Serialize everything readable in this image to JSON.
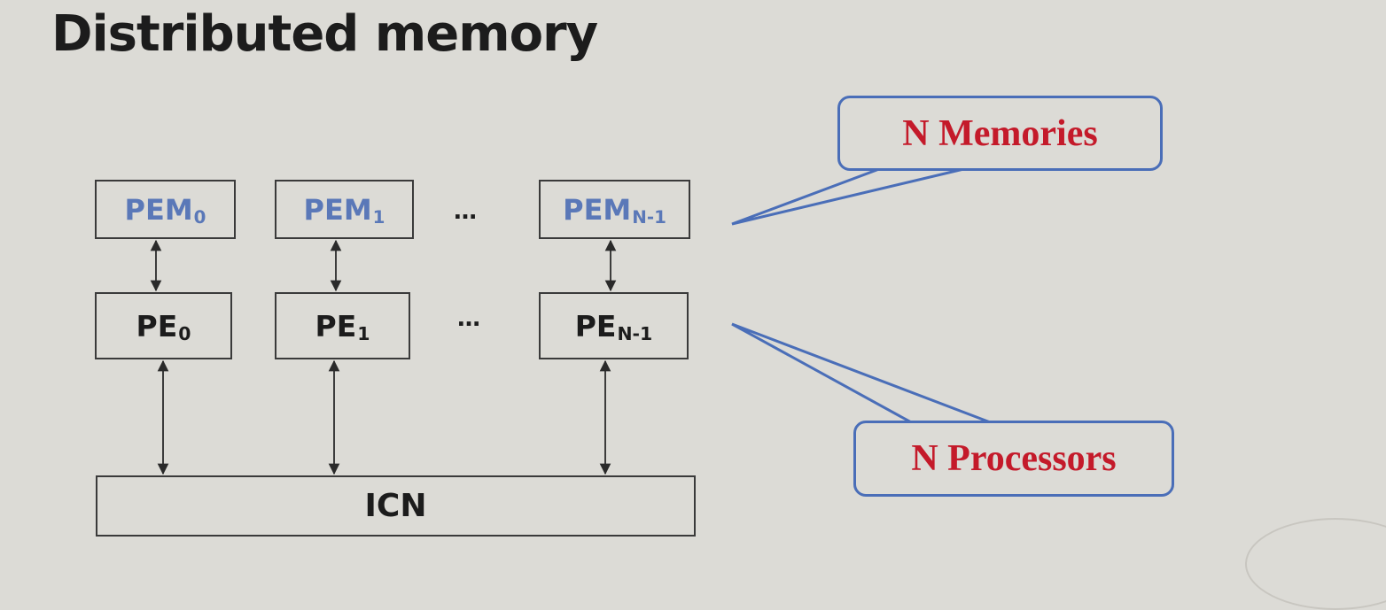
{
  "title": "Distributed memory",
  "pem_row": [
    {
      "base": "PEM",
      "sub": "0"
    },
    {
      "base": "PEM",
      "sub": "1"
    },
    {
      "base": "PEM",
      "sub": "N-1"
    }
  ],
  "pe_row": [
    {
      "base": "PE",
      "sub": "0"
    },
    {
      "base": "PE",
      "sub": "1"
    },
    {
      "base": "PE",
      "sub": "N-1"
    }
  ],
  "ellipsis": "…",
  "icn_label": "ICN",
  "callouts": {
    "memories": "N Memories",
    "processors": "N Processors"
  },
  "colors": {
    "background": "#dcdbd6",
    "memory_text": "#5a78b8",
    "callout_border": "#4a6eb8",
    "callout_text": "#c41a2a"
  }
}
